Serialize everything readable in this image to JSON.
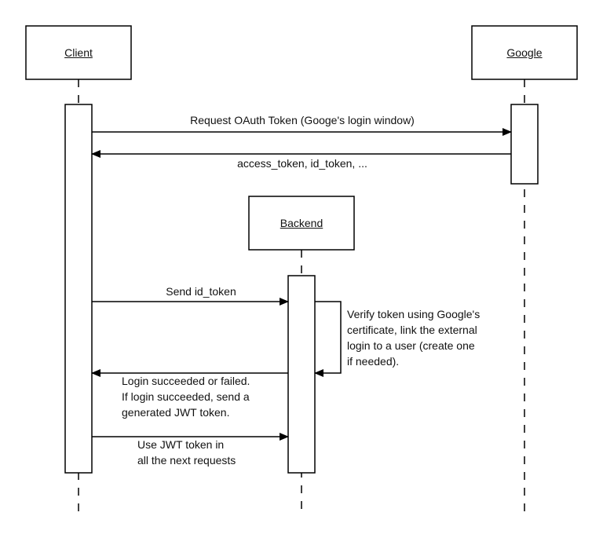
{
  "actors": {
    "client": "Client",
    "google": "Google",
    "backend": "Backend"
  },
  "messages": {
    "request_oauth": "Request OAuth Token (Googe's login window)",
    "tokens_returned": "access_token, id_token, ...",
    "send_id_token": "Send id_token",
    "verify_note": "Verify token using Google's\ncertificate, link the external\nlogin to a user (create one\nif needed).",
    "login_result": "Login succeeded or failed.\nIf login succeeded, send a\ngenerated JWT token.",
    "use_jwt": "Use JWT token in\nall the next requests"
  }
}
